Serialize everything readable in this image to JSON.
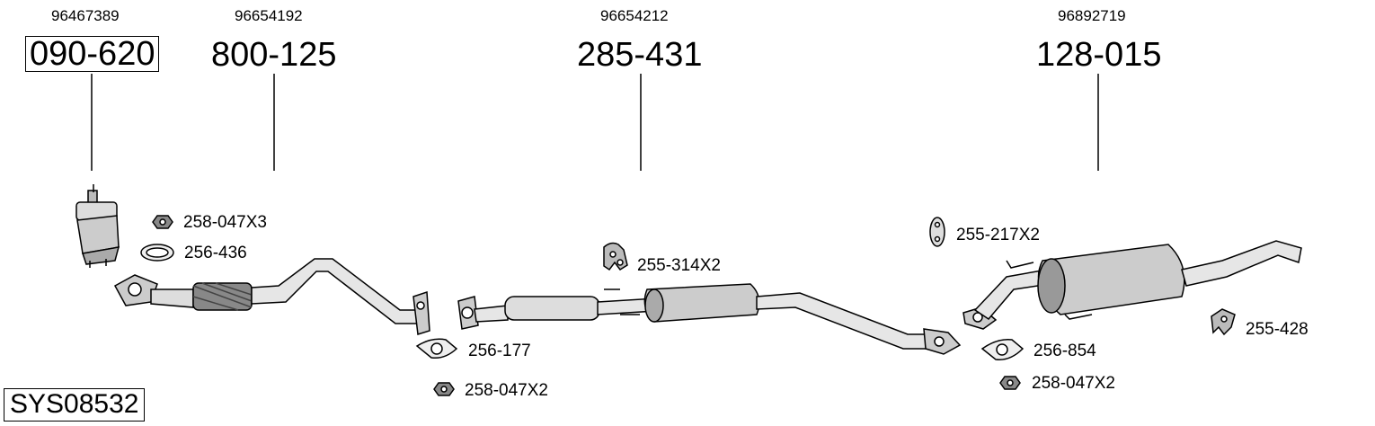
{
  "diagram": {
    "system_code": "SYS08532",
    "main_parts": [
      {
        "oem": "96467389",
        "part": "090-620",
        "boxed": true
      },
      {
        "oem": "96654192",
        "part": "800-125",
        "boxed": false
      },
      {
        "oem": "96654212",
        "part": "285-431",
        "boxed": false
      },
      {
        "oem": "96892719",
        "part": "128-015",
        "boxed": false
      }
    ],
    "accessories": [
      {
        "label": "258-047X3",
        "icon": "nut-icon"
      },
      {
        "label": "256-436",
        "icon": "ring-gasket-icon"
      },
      {
        "label": "255-314X2",
        "icon": "rubber-hanger-icon"
      },
      {
        "label": "256-177",
        "icon": "flange-gasket-icon"
      },
      {
        "label": "258-047X2",
        "icon": "nut-icon"
      },
      {
        "label": "255-217X2",
        "icon": "rubber-ring-icon"
      },
      {
        "label": "256-854",
        "icon": "flange-gasket-icon"
      },
      {
        "label": "258-047X2",
        "icon": "nut-icon"
      },
      {
        "label": "255-428",
        "icon": "bracket-icon"
      }
    ]
  }
}
